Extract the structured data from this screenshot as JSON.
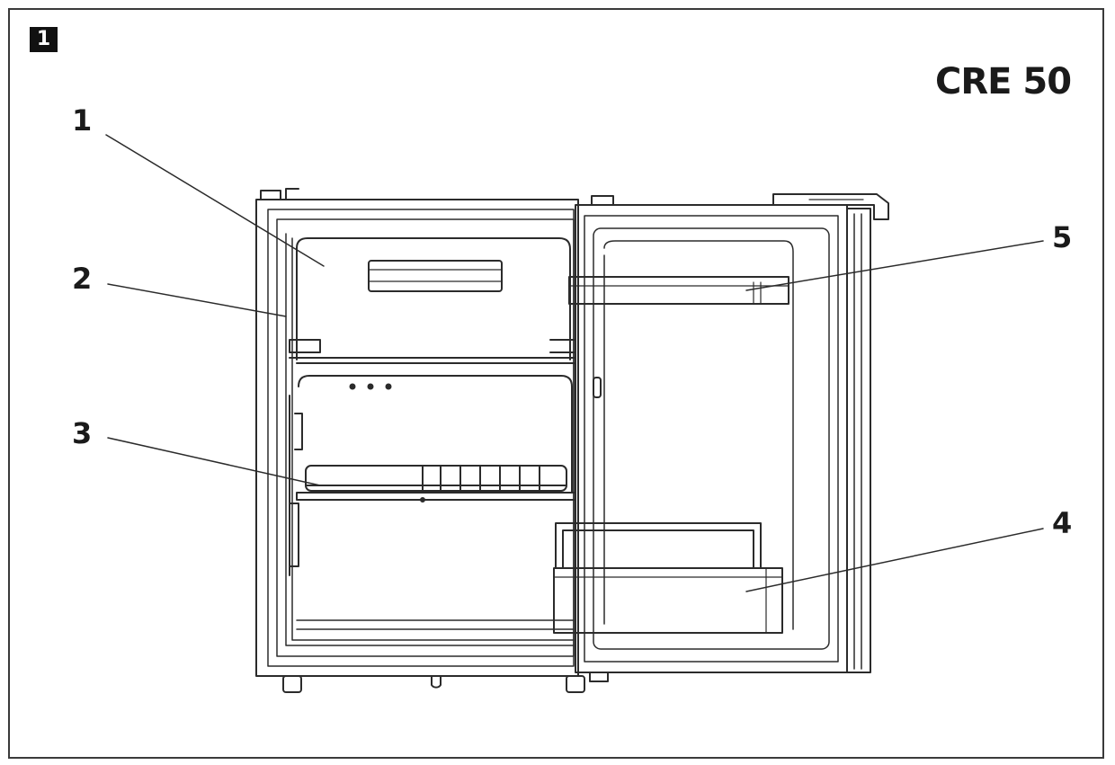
{
  "figure": {
    "number": "1",
    "model": "CRE 50"
  },
  "callouts": [
    {
      "number": "1"
    },
    {
      "number": "2"
    },
    {
      "number": "3"
    },
    {
      "number": "4"
    },
    {
      "number": "5"
    }
  ],
  "colors": {
    "line": "#2b2b2b",
    "badge": "#111111",
    "background": "#ffffff"
  }
}
